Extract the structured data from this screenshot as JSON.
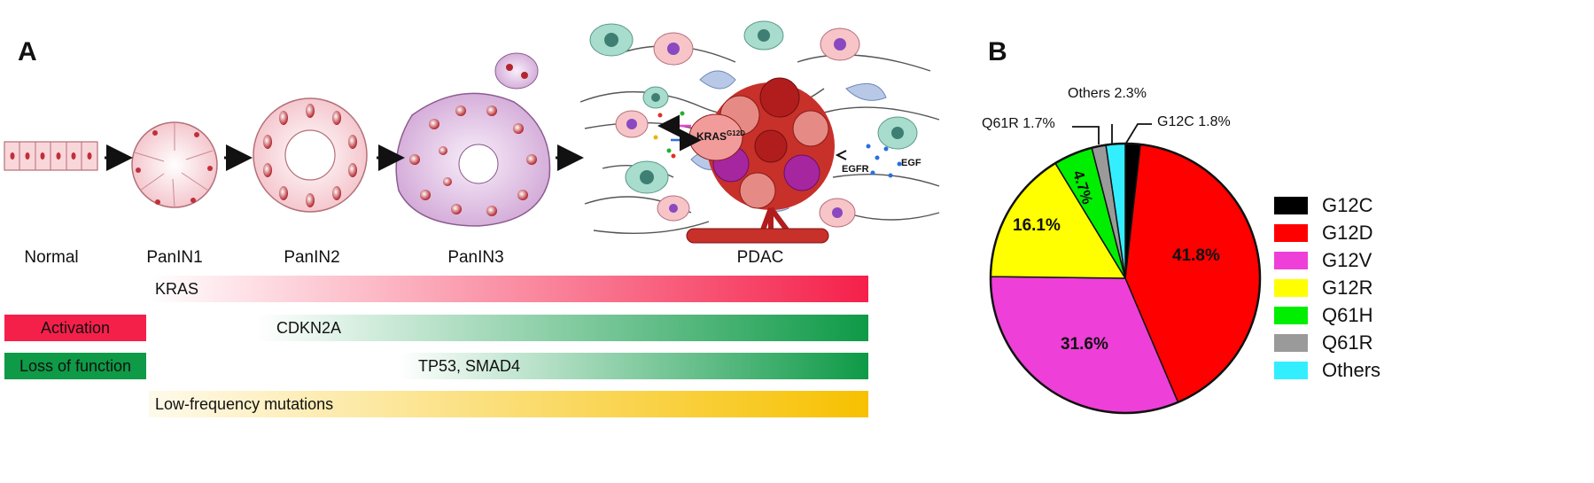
{
  "panel_a": {
    "letter": "A",
    "stages": [
      "Normal",
      "PanIN1",
      "PanIN2",
      "PanIN3",
      "PDAC"
    ],
    "kras_label": "KRAS",
    "kras_superscript": "G12D",
    "egfr_label": "EGFR",
    "egf_label": "EGF",
    "gene_bars": [
      {
        "label": "KRAS",
        "kind": "activation"
      },
      {
        "label": "CDKN2A",
        "kind": "loss"
      },
      {
        "label": "TP53, SMAD4",
        "kind": "loss"
      },
      {
        "label": "Low-frequency mutations",
        "kind": "low"
      }
    ],
    "legend": {
      "activation": "Activation",
      "loss": "Loss of function"
    },
    "colors": {
      "activation": "#f5204a",
      "loss": "#0e9a47",
      "low": "#f7c100"
    }
  },
  "panel_b": {
    "letter": "B",
    "chart_data": {
      "type": "pie",
      "slices": [
        {
          "name": "G12C",
          "value": 1.8,
          "color": "#000000",
          "label": "G12C 1.8%"
        },
        {
          "name": "G12D",
          "value": 41.8,
          "color": "#ff0000",
          "label": "41.8%"
        },
        {
          "name": "G12V",
          "value": 31.6,
          "color": "#ee3fd8",
          "label": "31.6%"
        },
        {
          "name": "G12R",
          "value": 16.1,
          "color": "#ffff00",
          "label": "16.1%"
        },
        {
          "name": "Q61H",
          "value": 4.7,
          "color": "#00ee00",
          "label": "4.7%"
        },
        {
          "name": "Q61R",
          "value": 1.7,
          "color": "#9a9a9a",
          "label": "Q61R 1.7%"
        },
        {
          "name": "Others",
          "value": 2.3,
          "color": "#33eeff",
          "label": "Others 2.3%"
        }
      ],
      "legend": [
        "G12C",
        "G12D",
        "G12V",
        "G12R",
        "Q61H",
        "Q61R",
        "Others"
      ],
      "legend_placement": "right"
    }
  }
}
